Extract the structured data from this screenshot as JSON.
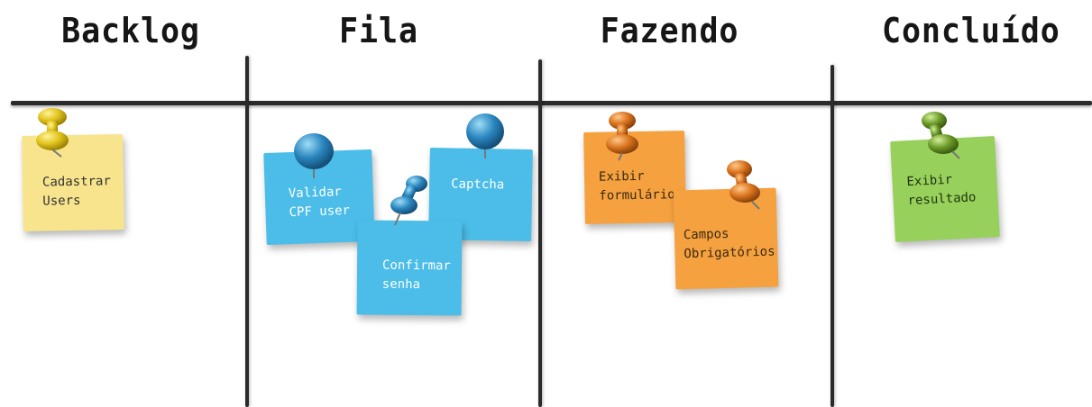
{
  "columns": [
    {
      "title": "Backlog"
    },
    {
      "title": "Fila"
    },
    {
      "title": "Fazendo"
    },
    {
      "title": "Concluído"
    }
  ],
  "cards": [
    {
      "text": "Cadastrar\nUsers",
      "color": "#f7e48d",
      "text_color": "#333333",
      "pin_color": "yellow"
    },
    {
      "text": "Validar\nCPF user",
      "color": "#4bbde8",
      "text_color": "#ffffff",
      "pin_color": "blue"
    },
    {
      "text": "Confirmar\nsenha",
      "color": "#4bbde8",
      "text_color": "#ffffff",
      "pin_color": "blue"
    },
    {
      "text": "Captcha",
      "color": "#4bbde8",
      "text_color": "#ffffff",
      "pin_color": "blue"
    },
    {
      "text": "Exibir\nformulário",
      "color": "#f5a13f",
      "text_color": "#3a2a12",
      "pin_color": "orange"
    },
    {
      "text": "Campos\nObrigatórios",
      "color": "#f5a13f",
      "text_color": "#3a2a12",
      "pin_color": "orange"
    },
    {
      "text": "Exibir\nresultado",
      "color": "#97d05b",
      "text_color": "#1f3310",
      "pin_color": "green"
    }
  ],
  "pin_colors": {
    "yellow": "#e0c21a",
    "blue": "#2a86bf",
    "orange": "#d9731e",
    "green": "#6c9b2a"
  }
}
